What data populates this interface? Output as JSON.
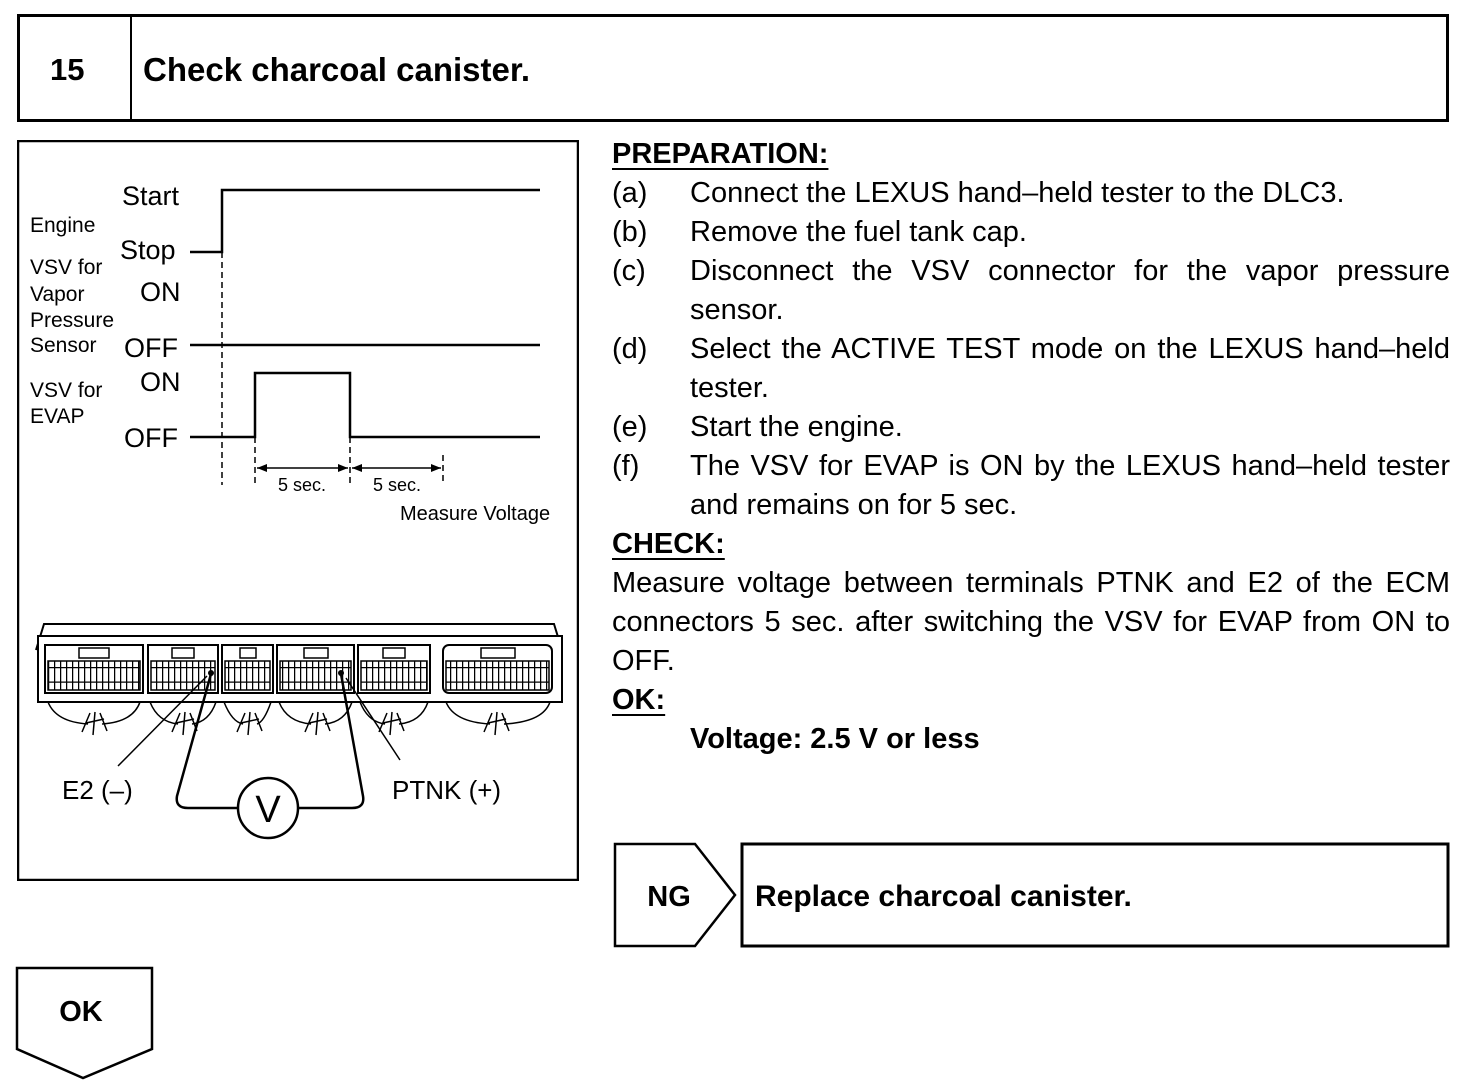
{
  "header": {
    "step_number": "15",
    "title": "Check charcoal canister."
  },
  "diagram": {
    "engine": {
      "label": "Engine",
      "start": "Start",
      "stop": "Stop"
    },
    "vapor_pressure_vsv": {
      "label_lines": [
        "VSV for",
        "Vapor",
        "Pressure",
        "Sensor"
      ],
      "on": "ON",
      "off": "OFF"
    },
    "evap_vsv": {
      "label_lines": [
        "VSV for",
        "EVAP"
      ],
      "on": "ON",
      "off": "OFF"
    },
    "intervals": [
      "5 sec.",
      "5 sec."
    ],
    "measure_label": "Measure Voltage",
    "connector": {
      "negative_terminal": "E2 (–)",
      "positive_terminal": "PTNK (+)",
      "meter_symbol": "V"
    }
  },
  "preparation": {
    "heading": "PREPARATION:",
    "steps": [
      {
        "marker": "(a)",
        "lines": [
          "Connect the LEXUS hand–held tester to the DLC3."
        ]
      },
      {
        "marker": "(b)",
        "lines": [
          "Remove the fuel tank cap."
        ]
      },
      {
        "marker": "(c)",
        "lines": [
          "Disconnect the VSV connector for the vapor pressure",
          "sensor."
        ]
      },
      {
        "marker": "(d)",
        "lines": [
          "Select the ACTIVE TEST mode on the LEXUS hand–held",
          "tester."
        ]
      },
      {
        "marker": "(e)",
        "lines": [
          "Start the engine."
        ]
      },
      {
        "marker": "(f)",
        "lines": [
          "The VSV for EVAP is ON by the LEXUS hand–held tester",
          "and remains on for 5 sec."
        ]
      }
    ]
  },
  "check": {
    "heading": "CHECK:",
    "lines": [
      "Measure voltage between terminals PTNK and E2 of the ECM",
      "connectors 5 sec. after switching the VSV for EVAP from ON to",
      "OFF."
    ]
  },
  "ok_spec": {
    "heading": "OK:",
    "value": "Voltage: 2.5 V or less"
  },
  "ng_branch": {
    "label": "NG",
    "action": "Replace charcoal canister."
  },
  "ok_branch": {
    "label": "OK"
  }
}
